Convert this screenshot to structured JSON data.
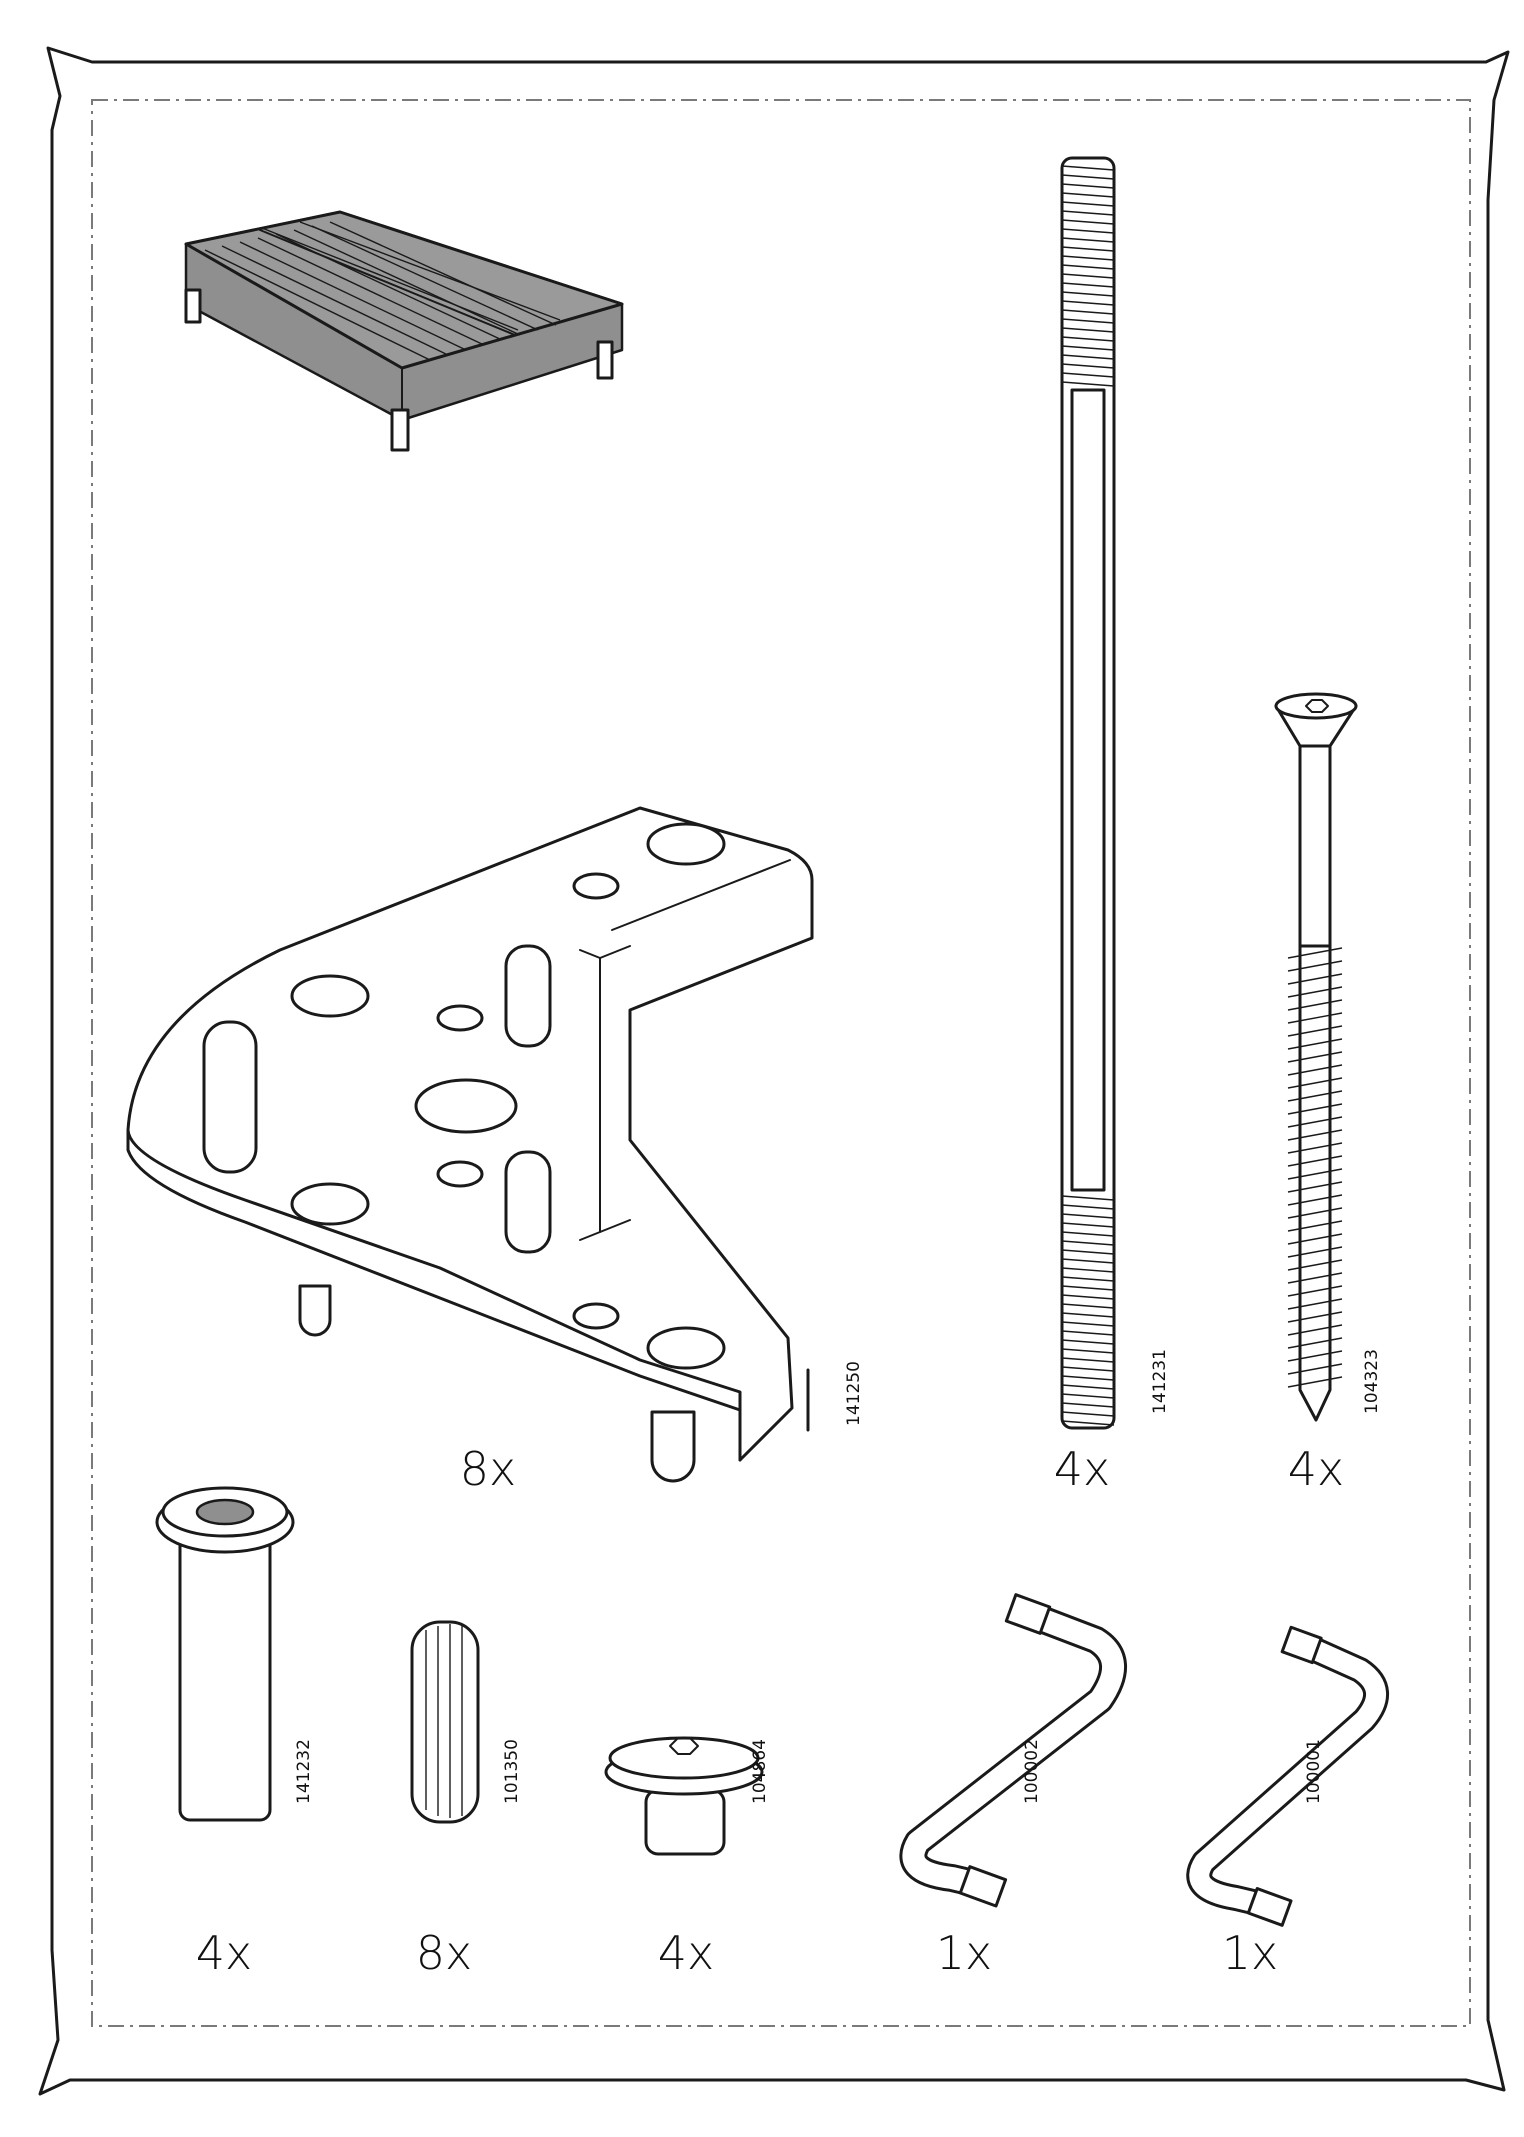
{
  "sheet": {
    "title": "Parts list",
    "parts": [
      {
        "id": "bed-frame",
        "quantity": "",
        "part_number": ""
      },
      {
        "id": "corner-bracket",
        "quantity": "8x",
        "part_number": "141250"
      },
      {
        "id": "threaded-rod",
        "quantity": "4x",
        "part_number": "141231"
      },
      {
        "id": "wood-screw",
        "quantity": "4x",
        "part_number": "104323"
      },
      {
        "id": "barrel-nut",
        "quantity": "4x",
        "part_number": "141232"
      },
      {
        "id": "wooden-dowel",
        "quantity": "8x",
        "part_number": "101350"
      },
      {
        "id": "connector-bolt",
        "quantity": "4x",
        "part_number": "104864"
      },
      {
        "id": "allen-key-large",
        "quantity": "1x",
        "part_number": "100002"
      },
      {
        "id": "allen-key-small",
        "quantity": "1x",
        "part_number": "100001"
      }
    ]
  },
  "colors": {
    "line": "#1a1a1a",
    "fill_grey": "#8f8f8f",
    "dash": "#7a7a7a",
    "paper": "#ffffff"
  }
}
